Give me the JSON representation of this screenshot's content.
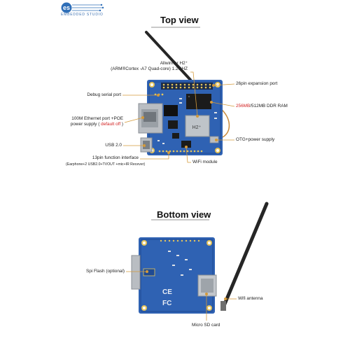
{
  "brand": {
    "logo_letters": "es",
    "name": "EMBEDDED STUDIO",
    "logo_color": "#2f6fb8"
  },
  "top_view": {
    "title": "Top view",
    "labels": {
      "soc_line1": "Allwinner H2⁺",
      "soc_line2": "(ARM®Cortex  -A7 Quad-core)  1.2GHZ",
      "expansion": "26pin expansion port",
      "debug": "Debug serial port",
      "ram_size_red": "256MB",
      "ram_rest": "/512MB DDR RAM",
      "ethernet_line1": "100M Ethernet port +POE",
      "ethernet_line2_prefix": "power supply ( ",
      "ethernet_line2_red": "default off",
      "ethernet_line2_suffix": " )",
      "otg": "OTG+power supply",
      "usb": "USB 2.0",
      "function_line1": "13pin function interface",
      "function_line2": "(Earphone+2 USB2.0+TVOUT +mic+IR Recever)",
      "wifi": "WiFi module"
    },
    "chip_marking": "H2⁺"
  },
  "bottom_view": {
    "title": "Bottom view",
    "labels": {
      "spi": "Spi Flash (optional)",
      "antenna": "Wifi antenna",
      "microsd": "Micro SD card"
    },
    "board_marks": {
      "ce": "CE",
      "fc": "FC"
    }
  },
  "colors": {
    "pcb": "#2f62b3",
    "pcb_dark": "#1f4a93",
    "leader": "#d49a3a",
    "ram_red": "#d22020",
    "antenna": "#262626",
    "metal": "#b9bdc2"
  }
}
